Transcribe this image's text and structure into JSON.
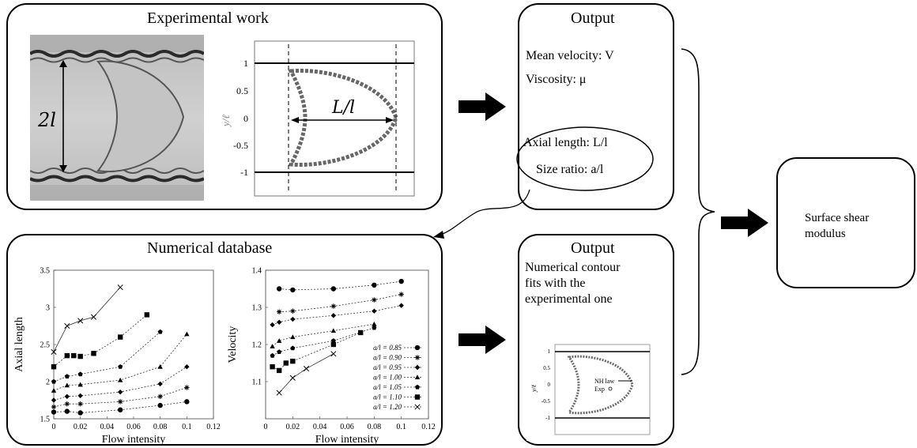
{
  "experimental": {
    "title": "Experimental work",
    "photo_label": "2l",
    "plot": {
      "ylabel": "y/ℓ",
      "yticks": [
        "1",
        "0.5",
        "0",
        "-0.5",
        "-1"
      ],
      "length_label": "L/l"
    }
  },
  "output_top": {
    "title": "Output",
    "line1": "Mean velocity: V",
    "line2": "Viscosity: μ",
    "line3": "Axial length: L/l",
    "line4": "Size ratio: a/l"
  },
  "numerical": {
    "title": "Numerical database"
  },
  "output_bottom": {
    "title": "Output",
    "line1": "Numerical contour",
    "line2": "fits with the",
    "line3": "experimental one",
    "inset": {
      "ylabel": "y/ℓ",
      "yticks": [
        "1",
        "0.5",
        "0",
        "-0.5",
        "-1"
      ],
      "legend": [
        "NH law",
        "Exp"
      ]
    }
  },
  "result": {
    "line1": "Surface shear",
    "line2": "modulus"
  },
  "chart_data": [
    {
      "type": "line",
      "xlabel": "Flow intensity",
      "ylabel": "Axial length",
      "xlim": [
        0,
        0.12
      ],
      "ylim": [
        1.5,
        3.5
      ],
      "xticks": [
        "0",
        "0.02",
        "0.04",
        "0.06",
        "0.08",
        "0.1",
        "0.12"
      ],
      "yticks": [
        "1.5",
        "2",
        "2.5",
        "3",
        "3.5"
      ],
      "series": [
        {
          "marker": "circle",
          "x": [
            0,
            0.01,
            0.02,
            0.05,
            0.08,
            0.1
          ],
          "y": [
            1.59,
            1.6,
            1.58,
            1.62,
            1.68,
            1.73
          ]
        },
        {
          "marker": "star",
          "x": [
            0,
            0.01,
            0.02,
            0.05,
            0.08,
            0.1
          ],
          "y": [
            1.66,
            1.7,
            1.7,
            1.73,
            1.8,
            1.92
          ]
        },
        {
          "marker": "diamond",
          "x": [
            0,
            0.01,
            0.02,
            0.05,
            0.08,
            0.1
          ],
          "y": [
            1.75,
            1.8,
            1.81,
            1.86,
            1.97,
            2.2
          ]
        },
        {
          "marker": "triangle",
          "x": [
            0,
            0.01,
            0.02,
            0.05,
            0.08,
            0.1
          ],
          "y": [
            1.88,
            1.95,
            1.96,
            2.02,
            2.2,
            2.64
          ]
        },
        {
          "marker": "pentagon",
          "x": [
            0,
            0.01,
            0.02,
            0.05,
            0.08
          ],
          "y": [
            2.0,
            2.07,
            2.1,
            2.2,
            2.67
          ]
        },
        {
          "marker": "square",
          "x": [
            0,
            0.01,
            0.015,
            0.02,
            0.03,
            0.05,
            0.07
          ],
          "y": [
            2.2,
            2.35,
            2.35,
            2.34,
            2.38,
            2.6,
            2.9
          ]
        },
        {
          "marker": "x",
          "x": [
            0,
            0.01,
            0.02,
            0.03,
            0.05
          ],
          "y": [
            2.4,
            2.75,
            2.82,
            2.87,
            3.27
          ]
        }
      ]
    },
    {
      "type": "line",
      "xlabel": "Flow intensity",
      "ylabel": "Velocity",
      "xlim": [
        0,
        0.12
      ],
      "ylim": [
        1.0,
        1.4
      ],
      "xticks": [
        "0",
        "0.02",
        "0.04",
        "0.06",
        "0.08",
        "0.1",
        "0.12"
      ],
      "yticks": [
        "1.1",
        "1.2",
        "1.3",
        "1.4"
      ],
      "series": [
        {
          "name": "a/l = 0.85",
          "marker": "circle",
          "x": [
            0.01,
            0.02,
            0.05,
            0.08,
            0.1
          ],
          "y": [
            1.35,
            1.347,
            1.35,
            1.36,
            1.37
          ]
        },
        {
          "name": "a/l = 0.90",
          "marker": "star",
          "x": [
            0.01,
            0.02,
            0.05,
            0.08,
            0.1
          ],
          "y": [
            1.288,
            1.29,
            1.303,
            1.32,
            1.335
          ]
        },
        {
          "name": "a/l = 0.95",
          "marker": "diamond",
          "x": [
            0.005,
            0.01,
            0.02,
            0.05,
            0.08,
            0.1
          ],
          "y": [
            1.253,
            1.26,
            1.268,
            1.278,
            1.29,
            1.305
          ]
        },
        {
          "name": "a/l = 1.00",
          "marker": "triangle",
          "x": [
            0.005,
            0.01,
            0.02,
            0.05,
            0.08
          ],
          "y": [
            1.195,
            1.21,
            1.22,
            1.237,
            1.255
          ]
        },
        {
          "name": "a/l = 1.05",
          "marker": "pentagon",
          "x": [
            0.005,
            0.01,
            0.02,
            0.05,
            0.08
          ],
          "y": [
            1.17,
            1.18,
            1.19,
            1.21,
            1.245
          ]
        },
        {
          "name": "a/l = 1.10",
          "marker": "square",
          "x": [
            0.005,
            0.01,
            0.015,
            0.02,
            0.05,
            0.07
          ],
          "y": [
            1.14,
            1.13,
            1.15,
            1.155,
            1.2,
            1.232
          ]
        },
        {
          "name": "a/l = 1.20",
          "marker": "x",
          "x": [
            0.01,
            0.02,
            0.03,
            0.05
          ],
          "y": [
            1.07,
            1.11,
            1.135,
            1.175
          ]
        }
      ]
    }
  ]
}
